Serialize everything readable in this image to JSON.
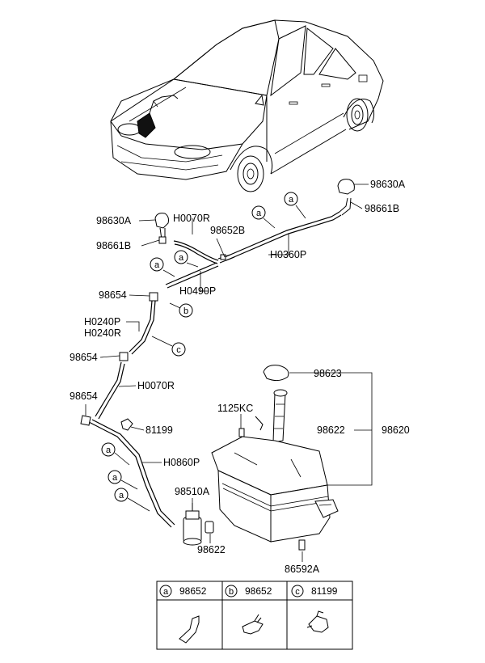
{
  "labels": {
    "l98630A_right": "98630A",
    "l98661B_right": "98661B",
    "l98630A_left": "98630A",
    "lH0070R_top": "H0070R",
    "l98652B": "98652B",
    "l98661B_left": "98661B",
    "lH0360P": "H0360P",
    "lH0490P": "H0490P",
    "l98654_1": "98654",
    "lH0240P": "H0240P",
    "lH0240R": "H0240R",
    "l98654_2": "98654",
    "lH0070R_mid": "H0070R",
    "l98654_3": "98654",
    "l81199": "81199",
    "lH0860P": "H0860P",
    "l98623": "98623",
    "l1125KC": "1125KC",
    "l98622_tank": "98622",
    "l98620": "98620",
    "l98510A": "98510A",
    "l98622_pump": "98622",
    "l86592A": "86592A"
  },
  "callouts": {
    "a": "a",
    "b": "b",
    "c": "c"
  },
  "legend": {
    "items": [
      {
        "key": "a",
        "part": "98652"
      },
      {
        "key": "b",
        "part": "98652"
      },
      {
        "key": "c",
        "part": "81199"
      }
    ]
  }
}
